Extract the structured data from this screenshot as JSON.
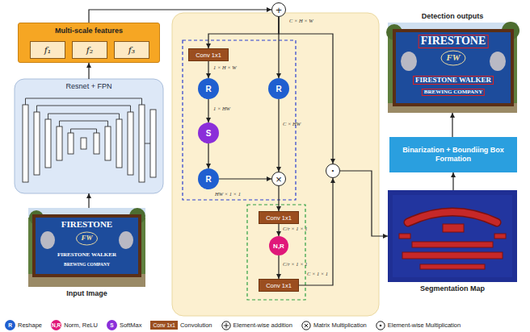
{
  "diagram": {
    "nodes": [
      {
        "text": [
          "Multi-scale features"
        ]
      },
      {
        "text": [
          "f₁"
        ],
        "in": 0
      },
      {
        "text": [
          "f₂"
        ],
        "in": 0
      },
      {
        "text": [
          "f₃"
        ],
        "in": 0
      },
      {
        "text": [
          "Resnet + FPN"
        ]
      },
      {
        "text": [
          "Input Image"
        ]
      },
      {
        "text": [
          "+"
        ]
      },
      {
        "text": [
          "Conv 1x1"
        ]
      },
      {
        "text": [
          "R"
        ]
      },
      {
        "text": [
          "S"
        ]
      },
      {
        "text": [
          "R"
        ]
      },
      {
        "text": [
          "R"
        ]
      },
      {
        "text": [
          "×"
        ]
      },
      {
        "text": [
          "Conv 1x1"
        ]
      },
      {
        "text": [
          "N,R"
        ]
      },
      {
        "text": [
          "Conv 1x1"
        ]
      },
      {
        "text": [
          "•"
        ]
      },
      {
        "text": [
          "Detection outputs"
        ]
      },
      {
        "text": [
          "Binarization + Boundiing Box Formation"
        ]
      },
      {
        "text": [
          "Segmentation Map"
        ]
      }
    ],
    "edges": [
      {
        "from": 5,
        "to": 4,
        "arrow": "to"
      },
      {
        "from": 4,
        "to": 0,
        "arrow": "to"
      },
      {
        "from": 0,
        "to": 6,
        "arrow": "to"
      },
      {
        "from": 6,
        "to": 7,
        "arrow": "to"
      },
      {
        "from": 6,
        "to": 11,
        "arrow": "to"
      },
      {
        "from": 6,
        "to": 16,
        "arrow": "to"
      },
      {
        "from": 7,
        "to": 8,
        "arrow": "to"
      },
      {
        "from": 8,
        "to": 9,
        "arrow": "to"
      },
      {
        "from": 9,
        "to": 10,
        "arrow": "to"
      },
      {
        "from": 10,
        "to": 12,
        "arrow": "to"
      },
      {
        "from": 11,
        "to": 12,
        "arrow": "to"
      },
      {
        "from": 12,
        "to": 13,
        "arrow": "to"
      },
      {
        "from": 13,
        "to": 14,
        "arrow": "to"
      },
      {
        "from": 14,
        "to": 15,
        "arrow": "to"
      },
      {
        "from": 15,
        "to": 16,
        "arrow": "to"
      },
      {
        "from": 16,
        "to": 19,
        "arrow": "to"
      },
      {
        "from": 19,
        "to": 18,
        "arrow": "to"
      },
      {
        "from": 18,
        "to": 17,
        "arrow": "to"
      }
    ],
    "labels": [
      "C × H × W",
      "1 × H × W",
      "1 × HW",
      "HW × 1 × 1",
      "C × HW",
      "C/r × 1 × 1",
      "C/r × 1 × 1",
      "C × 1 × 1",
      "FIRESTONE",
      "FW",
      "FIRESTONE WALKER",
      "BREWING COMPANY",
      "FIRESTONE",
      "FW",
      "FIRESTONE WALKER",
      "BREWING COMPANY",
      "R",
      "N,R",
      "S",
      "Conv 1x1"
    ],
    "legend": [
      {
        "text": "Reshape"
      },
      {
        "text": "Norm, ReLU"
      },
      {
        "text": "SoftMax"
      },
      {
        "text": "Convolution"
      },
      {
        "text": "Element-wise addition"
      },
      {
        "text": "Matrix Multiplication"
      },
      {
        "text": "Element-wise Multiplication"
      }
    ]
  }
}
